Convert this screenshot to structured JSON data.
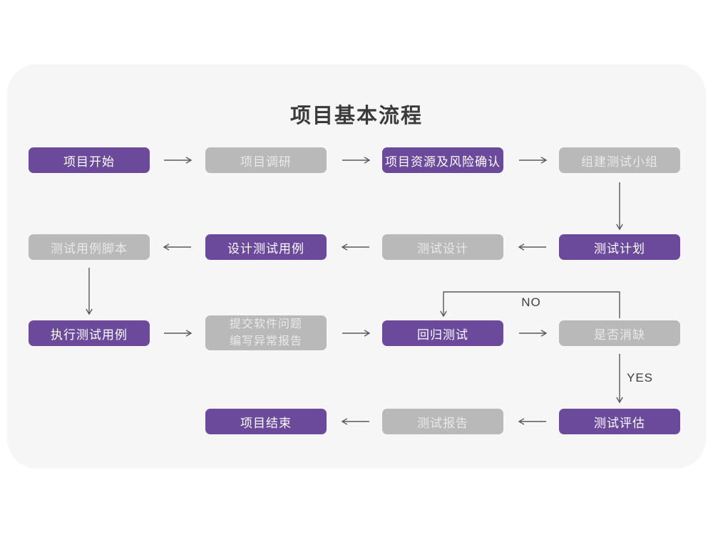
{
  "title": "项目基本流程",
  "decision_labels": {
    "no": "NO",
    "yes": "YES"
  },
  "colors": {
    "accent_purple": "#6b4a9b",
    "node_gray": "#b9b9b9",
    "panel_background": "#f6f6f7",
    "arrow": "#58585a",
    "title_text": "#3b3b3b"
  },
  "nodes": {
    "project_start": {
      "label": "项目开始",
      "style": "purple"
    },
    "project_research": {
      "label": "项目调研",
      "style": "gray"
    },
    "resources_risk": {
      "label": "项目资源及风险确认",
      "style": "purple"
    },
    "build_test_team": {
      "label": "组建测试小组",
      "style": "gray"
    },
    "test_plan": {
      "label": "测试计划",
      "style": "purple"
    },
    "test_design": {
      "label": "测试设计",
      "style": "gray"
    },
    "design_test_cases": {
      "label": "设计测试用例",
      "style": "purple"
    },
    "test_case_scripts": {
      "label": "测试用例脚本",
      "style": "gray"
    },
    "execute_test_cases": {
      "label": "执行测试用例",
      "style": "purple"
    },
    "submit_issue_report": {
      "line1": "提交软件问题",
      "line2": "编写异常报告",
      "style": "gray"
    },
    "regression_test": {
      "label": "回归测试",
      "style": "purple"
    },
    "defect_cleared": {
      "label": "是否消缺",
      "style": "gray"
    },
    "test_evaluation": {
      "label": "测试评估",
      "style": "purple"
    },
    "test_report": {
      "label": "测试报告",
      "style": "gray"
    },
    "project_end": {
      "label": "项目结束",
      "style": "purple"
    }
  },
  "edges": [
    {
      "from": "project_start",
      "to": "project_research"
    },
    {
      "from": "project_research",
      "to": "resources_risk"
    },
    {
      "from": "resources_risk",
      "to": "build_test_team"
    },
    {
      "from": "build_test_team",
      "to": "test_plan"
    },
    {
      "from": "test_plan",
      "to": "test_design"
    },
    {
      "from": "test_design",
      "to": "design_test_cases"
    },
    {
      "from": "design_test_cases",
      "to": "test_case_scripts"
    },
    {
      "from": "test_case_scripts",
      "to": "execute_test_cases"
    },
    {
      "from": "execute_test_cases",
      "to": "submit_issue_report"
    },
    {
      "from": "submit_issue_report",
      "to": "regression_test"
    },
    {
      "from": "regression_test",
      "to": "defect_cleared"
    },
    {
      "from": "defect_cleared",
      "to": "regression_test",
      "label": "NO"
    },
    {
      "from": "defect_cleared",
      "to": "test_evaluation",
      "label": "YES"
    },
    {
      "from": "test_evaluation",
      "to": "test_report"
    },
    {
      "from": "test_report",
      "to": "project_end"
    }
  ]
}
